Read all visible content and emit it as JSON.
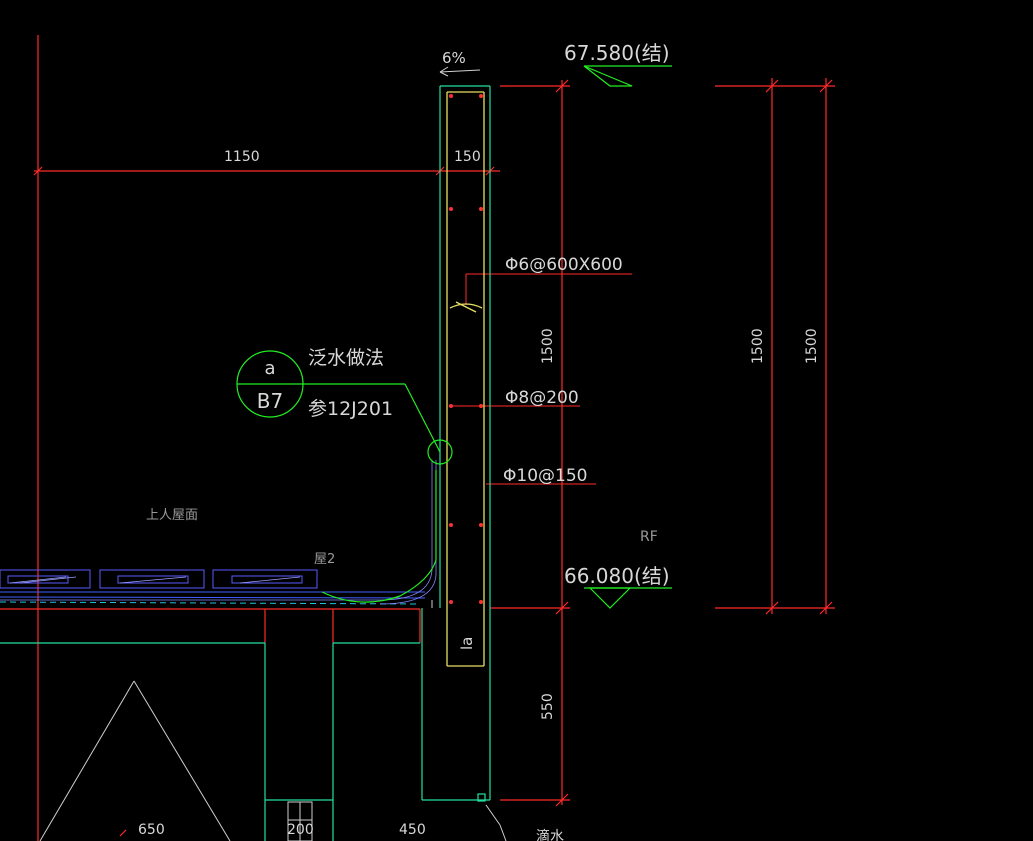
{
  "drawing": {
    "slope_label": "6%",
    "top_elevation": "67.580(结)",
    "bottom_elevation": "66.080(结)",
    "dim_width_main": "1150",
    "dim_width_wall": "150",
    "dim_height_wall": "1500",
    "dim_height_right_a": "1500",
    "dim_height_right_b": "1500",
    "dim_below": "550",
    "dim_bottom_650": "650",
    "dim_bottom_200": "200",
    "dim_bottom_450": "450",
    "rebar_1": "Φ6@600X600",
    "rebar_2": "Φ8@200",
    "rebar_3": "Φ10@150",
    "detail_top": "a",
    "detail_bottom": "B7",
    "detail_title": "泛水做法",
    "detail_ref": "参12J201",
    "roof_label": "上人屋面",
    "layer_label": "屋2",
    "level_label": "RF",
    "anchor_label": "la",
    "drip_label": "滴水"
  },
  "colors": {
    "dimension": "#ff2a2a",
    "wall": "#22e0a0",
    "rebar": "#e8e060",
    "callout": "#22ee22",
    "text": "#d8d8d8",
    "tile": "#5a5aff"
  }
}
